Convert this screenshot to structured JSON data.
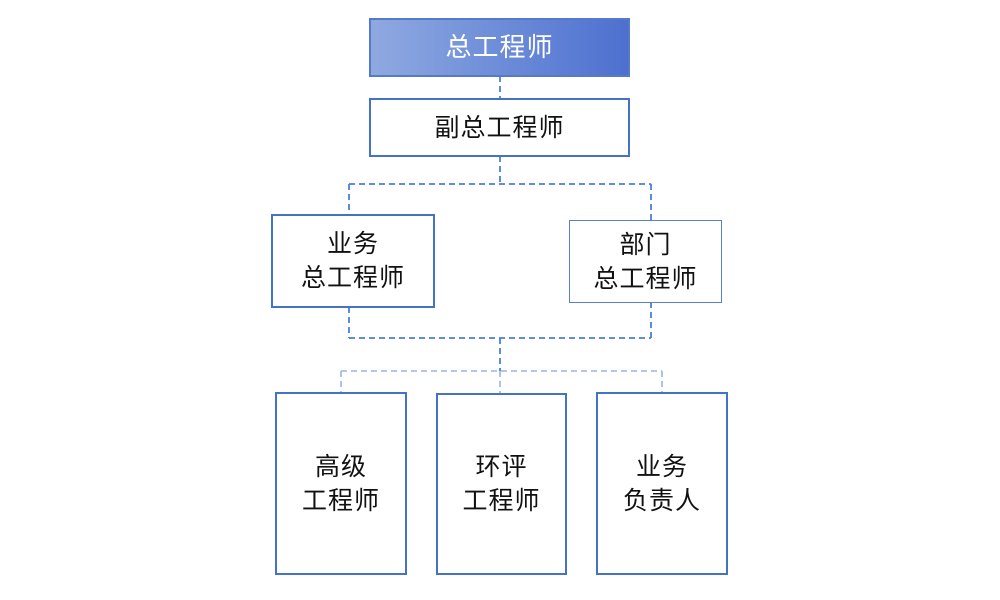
{
  "org_chart": {
    "root": {
      "label": "总工程师"
    },
    "deputy": {
      "label": "副总工程师"
    },
    "level3": [
      {
        "line1": "业务",
        "line2": "总工程师"
      },
      {
        "line1": "部门",
        "line2": "总工程师"
      }
    ],
    "level4": [
      {
        "line1": "高级",
        "line2": "工程师"
      },
      {
        "line1": "环评",
        "line2": "工程师"
      },
      {
        "line1": "业务",
        "line2": "负责人"
      }
    ]
  },
  "colors": {
    "box_border": "#4472c4",
    "root_fill_start": "#8fa9e0",
    "root_fill_end": "#4d70cf",
    "connector": "#4a7fd6"
  }
}
